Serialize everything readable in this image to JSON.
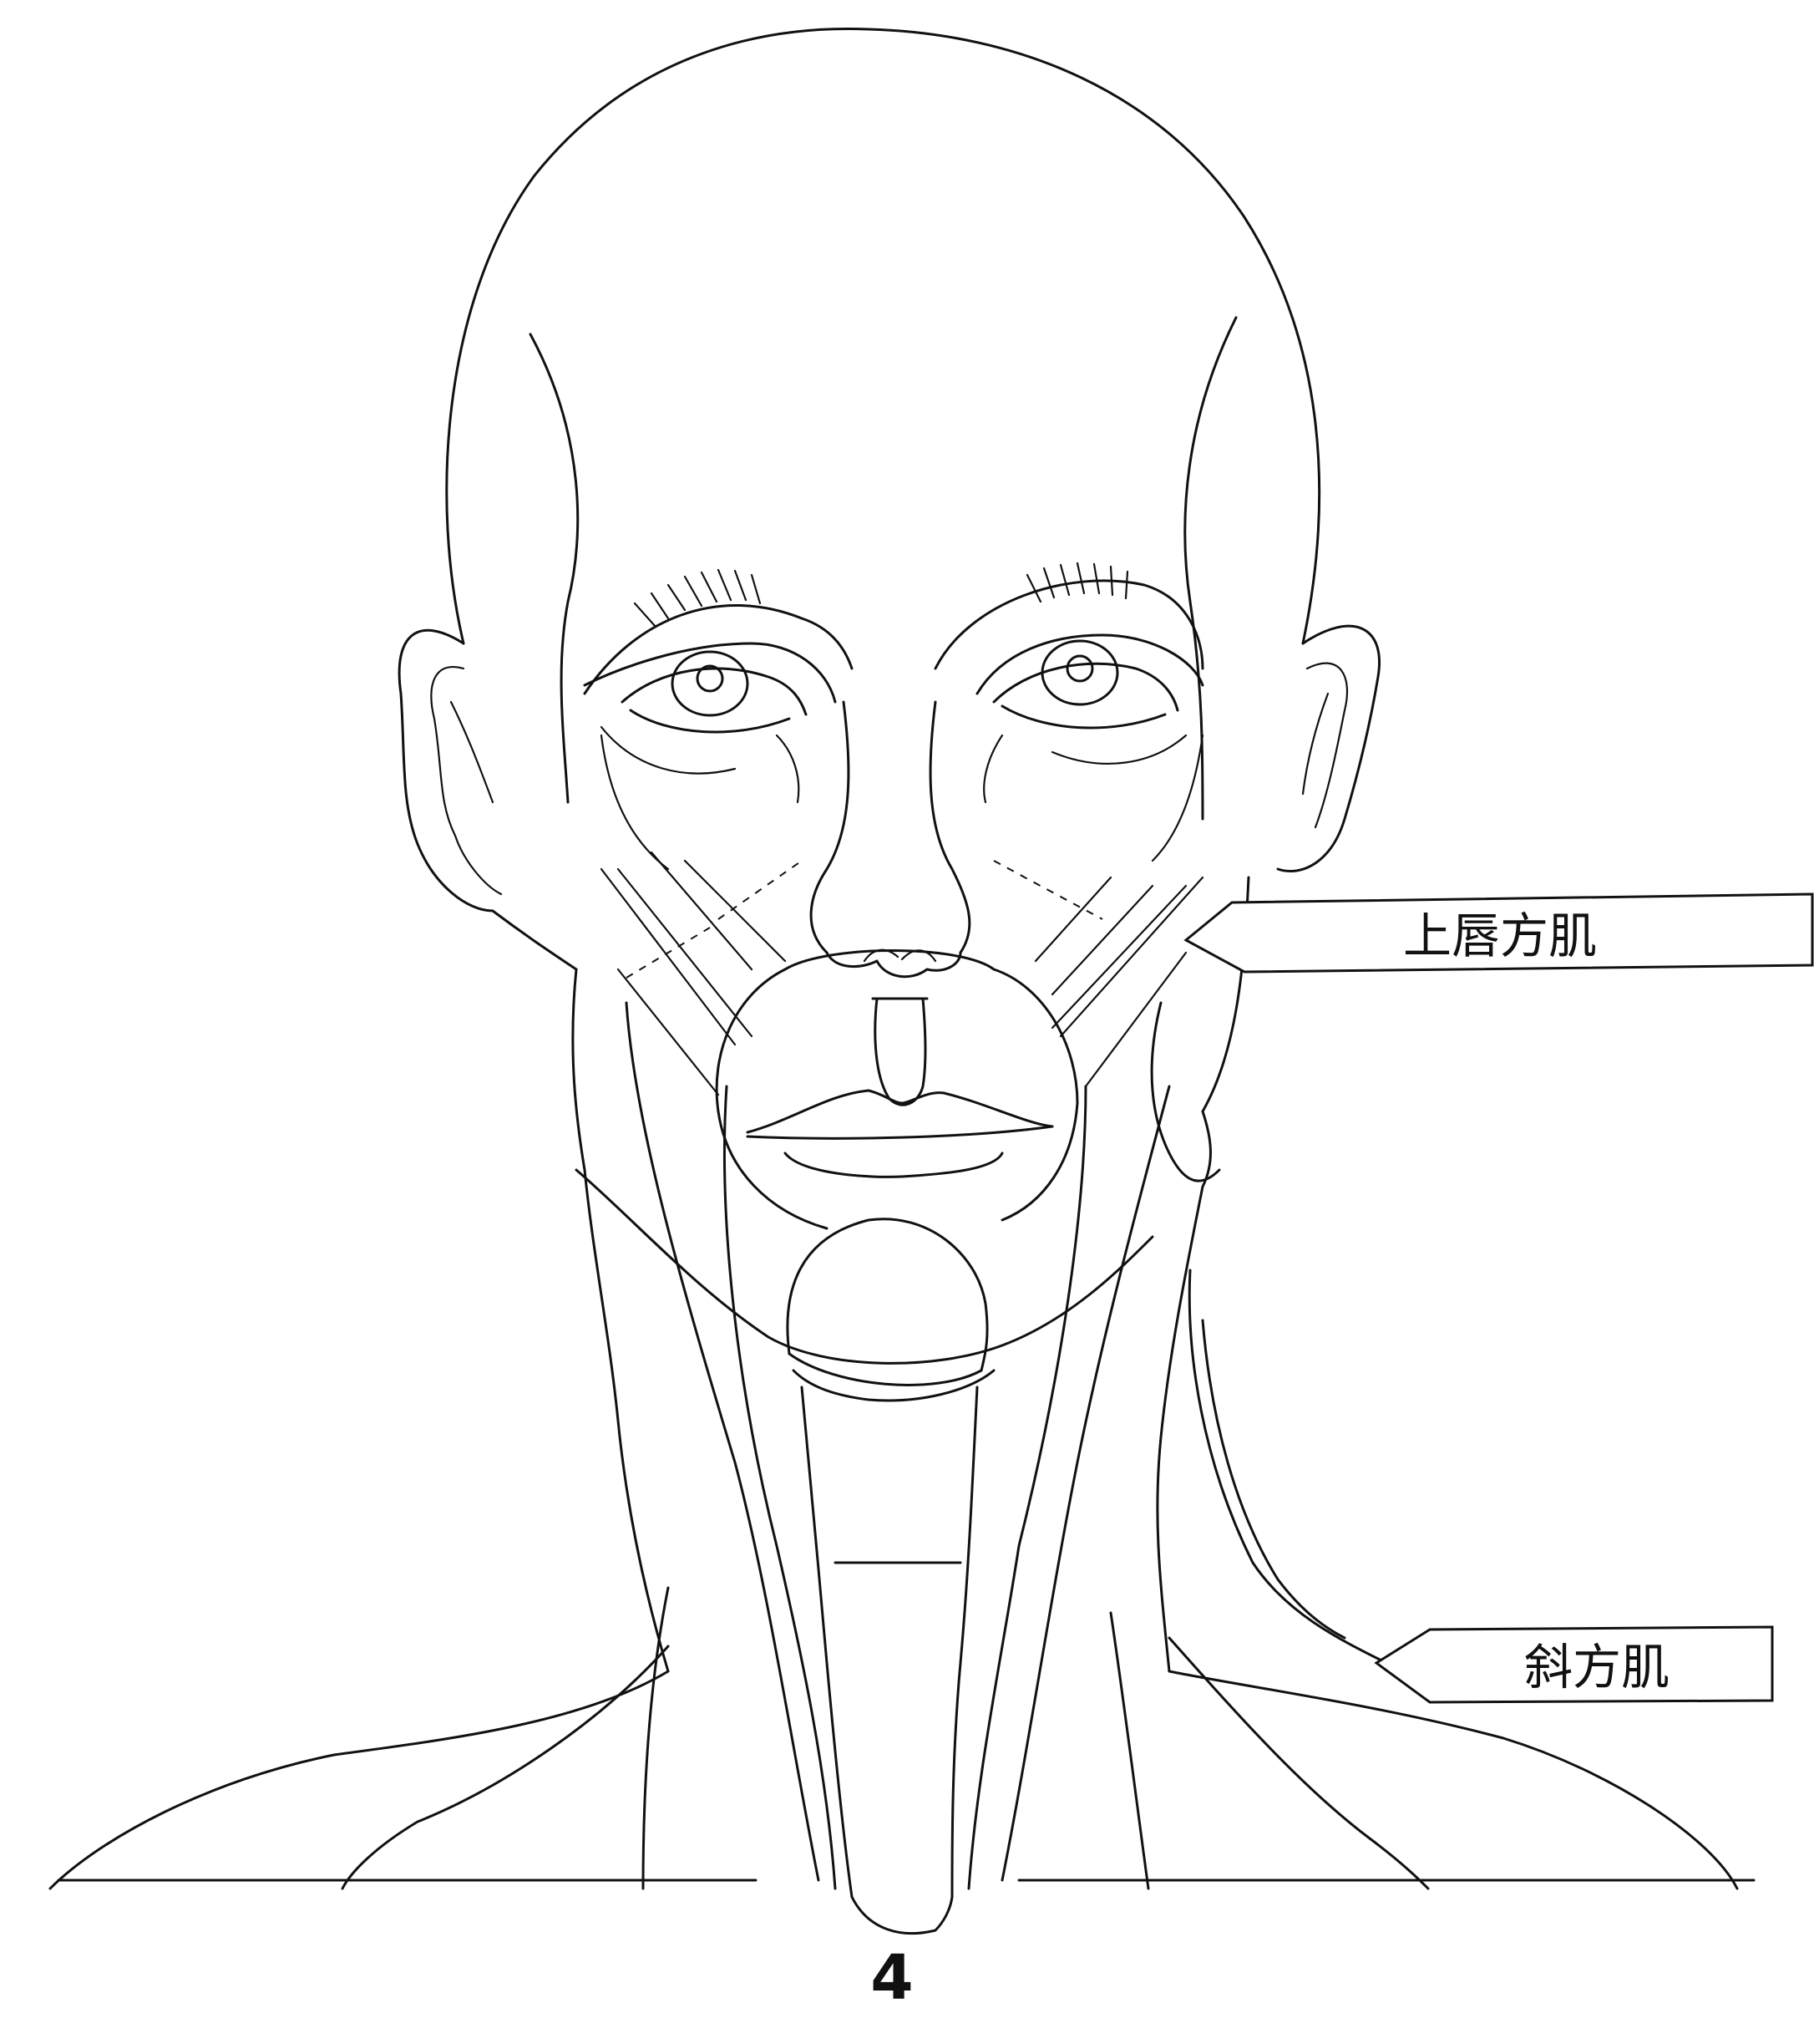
{
  "callouts": {
    "upper_lip_muscle": "上唇方肌",
    "trapezius": "斜方肌"
  },
  "page_number": "4"
}
